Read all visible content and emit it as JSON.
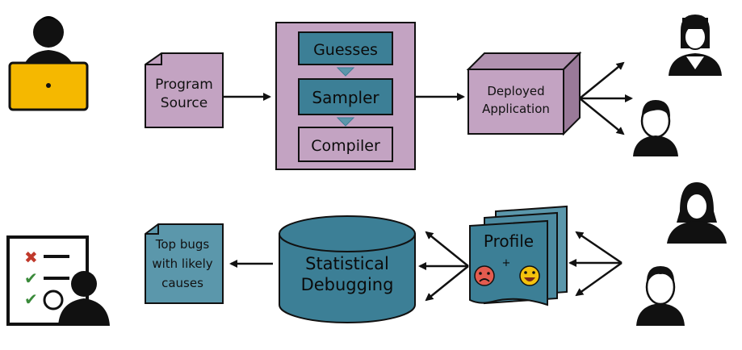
{
  "top_row": {
    "program_source": {
      "line1": "Program",
      "line2": "Source"
    },
    "pipeline": {
      "guesses": "Guesses",
      "sampler": "Sampler",
      "compiler": "Compiler"
    },
    "deployed": {
      "line1": "Deployed",
      "line2": "Application"
    }
  },
  "bottom_row": {
    "top_bugs": {
      "line1": "Top bugs",
      "line2": "with likely",
      "line3": "causes"
    },
    "statistical": {
      "line1": "Statistical",
      "line2": "Debugging"
    },
    "profile": {
      "label": "Profile",
      "plus": "+"
    }
  },
  "colors": {
    "purple_fill": "#c3a3c2",
    "teal_fill": "#3c7f96",
    "light_teal": "#5b97ab",
    "laptop_yellow": "#f5b800",
    "bad_face": "#e35b4f",
    "good_face": "#f4c20d",
    "check_green": "#3a8a3a",
    "cross_red": "#c0392b"
  },
  "icons": [
    "developer-laptop-icon",
    "user-icon",
    "checklist-reviewer-icon",
    "sad-face-icon",
    "happy-face-icon"
  ]
}
